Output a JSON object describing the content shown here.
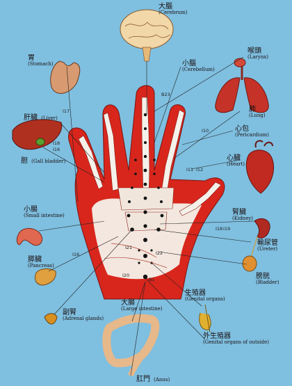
{
  "labels": {
    "cerebrum": {
      "zh": "大腦",
      "en": "(Cerebrum)"
    },
    "cerebellum": {
      "zh": "小腦",
      "en": "(Cerebellum)"
    },
    "larynx": {
      "zh": "喉頭",
      "en": "(Larynx)"
    },
    "lung": {
      "zh": "肺",
      "en": "(Lung)"
    },
    "pericardium": {
      "zh": "心包",
      "en": "(Pericardium)"
    },
    "heart": {
      "zh": "心臟",
      "en": "(Heart)"
    },
    "kidney": {
      "zh": "腎臟",
      "en": "(Kidney)"
    },
    "ureter": {
      "zh": "輸尿管",
      "en": "(Ureter)"
    },
    "bladder": {
      "zh": "膀胱",
      "en": "(Bladder)"
    },
    "genital": {
      "zh": "生殖器",
      "en": "(Genital organs)"
    },
    "ext_genital": {
      "zh": "外生殖器",
      "en": "(Genital organs of outside)"
    },
    "anus": {
      "zh": "肛門",
      "en": "(Anus)"
    },
    "large_int": {
      "zh": "大腸",
      "en": "(Large intestine)"
    },
    "adrenal": {
      "zh": "副腎",
      "en": "(Adrenal glands)"
    },
    "pancreas": {
      "zh": "膵臟",
      "en": "(Pancreas)"
    },
    "small_int": {
      "zh": "小腸",
      "en": "(Small intestine)"
    },
    "liver": {
      "zh": "肝臟",
      "en": "(Liver)"
    },
    "gallbladder": {
      "zh": "胆",
      "en": "(Gall bladder)"
    },
    "stomach": {
      "zh": "胃",
      "en": "(Stomach)"
    }
  },
  "points": {
    "b23": "B23",
    "i10": "I10",
    "i11": "I11",
    "i12": "I12",
    "i17": "I17",
    "i18a": "I18",
    "i16a": "I16",
    "i18b": "I18",
    "i19": "I19",
    "i16b": "I16",
    "i21": "I21",
    "i22": "I22",
    "i20": "I20",
    "b1": "B1"
  },
  "colors": {
    "background": "#7fbfe0",
    "hand": "#d8261c",
    "bone": "#f4f1ea",
    "organ_red": "#c43228",
    "organ_orange": "#e09030",
    "leader": "#222222"
  }
}
